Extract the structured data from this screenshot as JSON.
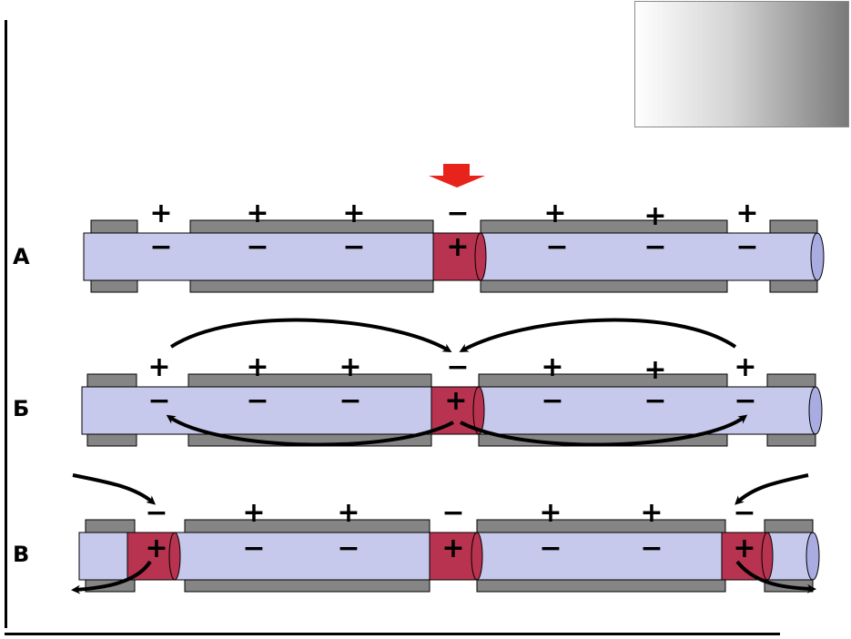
{
  "rows": [
    {
      "label": "А",
      "outer": [
        "+",
        "+",
        "+",
        "−",
        "+",
        "+",
        "+"
      ],
      "inner": [
        "−",
        "−",
        "−",
        "+",
        "−",
        "−",
        "−"
      ]
    },
    {
      "label": "Б",
      "outer": [
        "+",
        "+",
        "+",
        "−",
        "+",
        "+",
        "+"
      ],
      "inner": [
        "−",
        "−",
        "−",
        "+",
        "−",
        "−",
        "−"
      ]
    },
    {
      "label": "В",
      "outer": [
        "−",
        "+",
        "+",
        "−",
        "+",
        "+",
        "−"
      ],
      "inner": [
        "+",
        "−",
        "−",
        "+",
        "−",
        "−",
        "+"
      ]
    }
  ],
  "colors": {
    "axon": "#c7c9ec",
    "axon_end": "#a9ace0",
    "myelin": "#858585",
    "active_node": "#b8334f",
    "stimulus_arrow": "#e8231b",
    "arrows": "#000000"
  }
}
